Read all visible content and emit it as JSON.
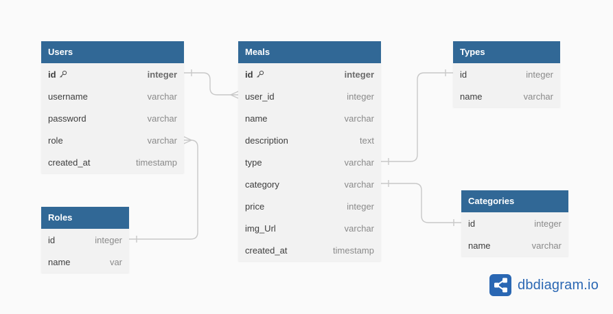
{
  "tables": {
    "users": {
      "title": "Users",
      "fields": [
        {
          "name": "id",
          "type": "integer",
          "pk": true
        },
        {
          "name": "username",
          "type": "varchar"
        },
        {
          "name": "password",
          "type": "varchar"
        },
        {
          "name": "role",
          "type": "varchar"
        },
        {
          "name": "created_at",
          "type": "timestamp"
        }
      ]
    },
    "roles": {
      "title": "Roles",
      "fields": [
        {
          "name": "id",
          "type": "integer"
        },
        {
          "name": "name",
          "type": "var"
        }
      ]
    },
    "meals": {
      "title": "Meals",
      "fields": [
        {
          "name": "id",
          "type": "integer",
          "pk": true
        },
        {
          "name": "user_id",
          "type": "integer"
        },
        {
          "name": "name",
          "type": "varchar"
        },
        {
          "name": "description",
          "type": "text"
        },
        {
          "name": "type",
          "type": "varchar"
        },
        {
          "name": "category",
          "type": "varchar"
        },
        {
          "name": "price",
          "type": "integer"
        },
        {
          "name": "img_Url",
          "type": "varchar"
        },
        {
          "name": "created_at",
          "type": "timestamp"
        }
      ]
    },
    "types": {
      "title": "Types",
      "fields": [
        {
          "name": "id",
          "type": "integer"
        },
        {
          "name": "name",
          "type": "varchar"
        }
      ]
    },
    "categories": {
      "title": "Categories",
      "fields": [
        {
          "name": "id",
          "type": "integer"
        },
        {
          "name": "name",
          "type": "varchar"
        }
      ]
    }
  },
  "relationships": [
    {
      "from": "Users.id",
      "to": "Meals.user_id",
      "kind": "one-to-many"
    },
    {
      "from": "Roles.id",
      "to": "Users.role",
      "kind": "one-to-many"
    },
    {
      "from": "Meals.type",
      "to": "Types.id",
      "kind": "one-to-one"
    },
    {
      "from": "Meals.category",
      "to": "Categories.id",
      "kind": "one-to-one"
    }
  ],
  "colors": {
    "header": "#316896",
    "body": "#f2f2f2",
    "connector": "#c8c8c8",
    "brand": "#2a67b3"
  },
  "branding": {
    "text": "dbdiagram.io",
    "icon": "dbdiagram-logo-icon"
  }
}
